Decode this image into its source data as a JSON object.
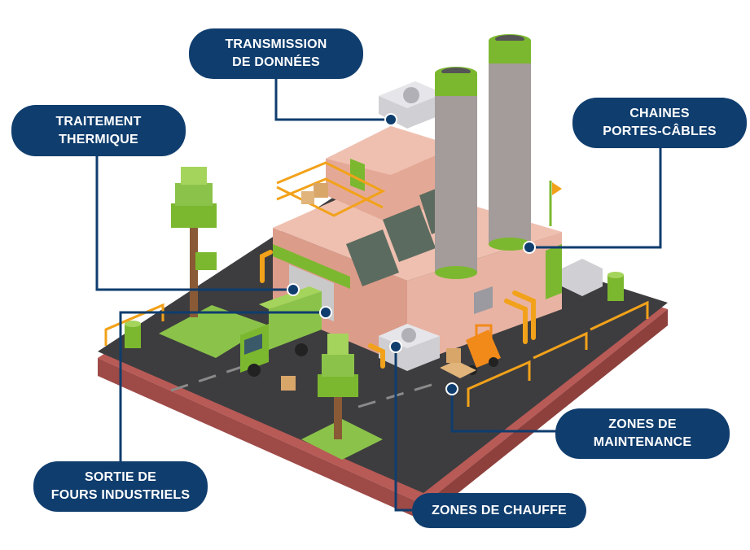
{
  "colors": {
    "label_bg": "#0f3d6e",
    "label_text": "#ffffff",
    "building": "#e4a996",
    "accent_green": "#7cb82f",
    "ground_dark": "#3d3d3f",
    "soil": "#b85a56",
    "rail": "#f2a21a"
  },
  "labels": {
    "transmission": "TRANSMISSION\nDE DONNÉES",
    "traitement": "TRAITEMENT\nTHERMIQUE",
    "chaines": "CHAINES\nPORTES-CÂBLES",
    "zones_maintenance": "ZONES DE\nMAINTENANCE",
    "sortie": "SORTIE DE\nFOURS INDUSTRIELS",
    "zones_chauffe": "ZONES DE CHAUFFE"
  }
}
